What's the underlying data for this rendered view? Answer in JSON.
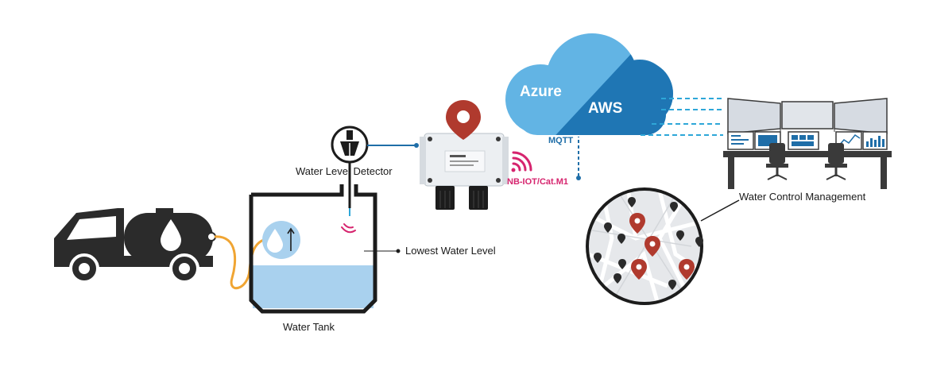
{
  "cloud": {
    "left_label": "Azure",
    "right_label": "AWS",
    "left_color": "#62b4e4",
    "right_color": "#1f76b4"
  },
  "protocols": {
    "mqtt": "MQTT",
    "cellular": "NB-IOT/Cat.M1",
    "mqtt_color": "#1f6ea8",
    "cellular_color": "#d6246e"
  },
  "labels": {
    "detector": "Water Level Detector",
    "lowest_level": "Lowest Water Level",
    "tank": "Water Tank",
    "management": "Water Control Management"
  },
  "colors": {
    "pin_red": "#b03a2e",
    "water_fill": "#a9d1ee",
    "hose": "#f0a533",
    "dark": "#2b2b2b"
  },
  "icons": [
    "water-truck-icon",
    "water-drop-icon",
    "sensor-icon",
    "location-pin-icon",
    "wifi-signal-icon",
    "control-room-icon",
    "map-icon"
  ]
}
